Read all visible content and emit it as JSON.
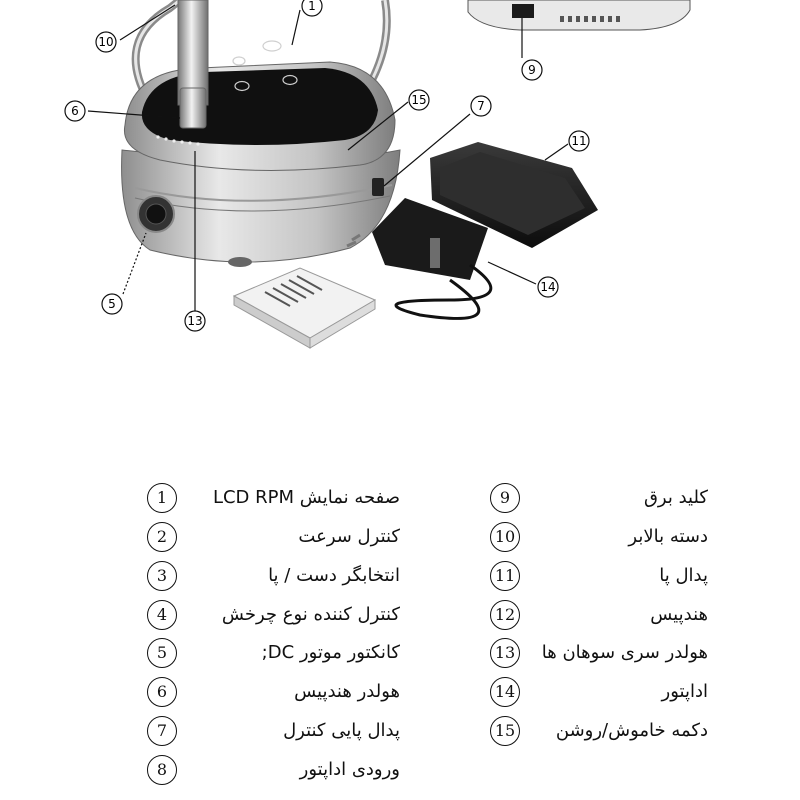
{
  "callouts": [
    "1",
    "5",
    "6",
    "7",
    "9",
    "10",
    "11",
    "13",
    "14",
    "15"
  ],
  "legend": {
    "left_column": [
      {
        "num": "1",
        "label": "صفحه نمایش LCD RPM"
      },
      {
        "num": "2",
        "label": "کنترل سرعت"
      },
      {
        "num": "3",
        "label": "انتخابگر دست / پا"
      },
      {
        "num": "4",
        "label": "کنترل کننده نوع چرخش"
      },
      {
        "num": "5",
        "label": "کانکتور موتور DC;"
      },
      {
        "num": "6",
        "label": "هولدر هندپیس"
      },
      {
        "num": "7",
        "label": "پدال پایی کنترل"
      },
      {
        "num": "8",
        "label": "ورودی اداپتور"
      }
    ],
    "right_column": [
      {
        "num": "9",
        "label": "کلید برق"
      },
      {
        "num": "10",
        "label": "دسته بالابر"
      },
      {
        "num": "11",
        "label": "پدال پا"
      },
      {
        "num": "12",
        "label": "هندپیس"
      },
      {
        "num": "13",
        "label": "هولدر سری سوهان ها"
      },
      {
        "num": "14",
        "label": "اداپتور"
      },
      {
        "num": "15",
        "label": "دکمه خاموش/روشن"
      }
    ]
  }
}
